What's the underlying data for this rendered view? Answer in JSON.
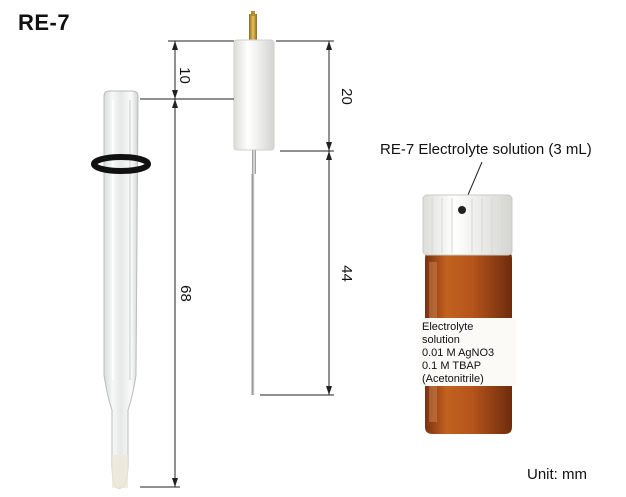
{
  "title": "RE-7",
  "unit_label": "Unit: mm",
  "callout": "RE-7 Electrolyte solution (3 mL)",
  "dimensions": {
    "top_cap": "10",
    "body_top": "20",
    "body_length": "68",
    "wire_length": "44"
  },
  "bottle_label": {
    "line1": "Electrolyte solution",
    "line2": "0.01 M AgNO3",
    "line3": "0.1 M TBAP",
    "line4": "(Acetonitrile)"
  },
  "colors": {
    "dimension_line": "#222222",
    "bottle_amber": "#b5541b",
    "cap_white": "#f4f4f2",
    "o_ring": "#111111"
  }
}
